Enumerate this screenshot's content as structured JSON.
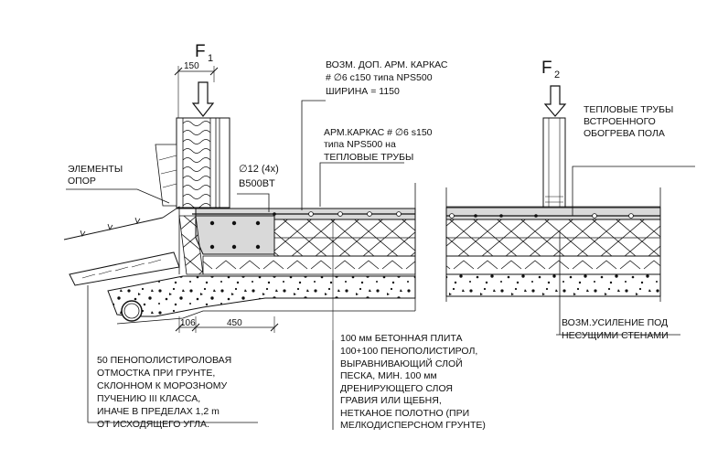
{
  "forces": {
    "f1_letter": "F",
    "f1_sub": "1",
    "f2_letter": "F",
    "f2_sub": "2"
  },
  "dimensions": {
    "wall_width": "150",
    "edge_offset": "106",
    "edge_zone": "450"
  },
  "labels": {
    "support_elements": [
      "ЭЛЕМЕНТЫ",
      "ОПОР"
    ],
    "rebar_spec": [
      "∅12 (4x)",
      "B500BT"
    ],
    "extra_cage": [
      "ВОЗМ. ДОП. АРМ. КАРКАС",
      "# ∅6 с150 типа NPS500",
      "ШИРИНА = 1150"
    ],
    "main_cage": [
      "АРМ.КАРКАС # ∅6 s150",
      "типа NPS500 на",
      "ТЕПЛОВЫЕ ТРУБЫ"
    ],
    "heating_pipes": [
      "ТЕПЛОВЫЕ ТРУБЫ",
      "ВСТРОЕННОГО",
      "ОБОГРЕВА ПОЛА"
    ],
    "wall_reinforcement": [
      "ВОЗМ.УСИЛЕНИЕ ПОД",
      "НЕСУЩИМИ СТЕНАМИ"
    ],
    "slab_layers": [
      "100 мм БЕТОННАЯ ПЛИТА",
      "100+100 ПЕНОПОЛИСТИРОЛ,",
      "ВЫРАВНИВАЮЩИЙ СЛОЙ",
      "ПЕСКА, МИН. 100 мм",
      "ДРЕНИРУЮЩЕГО СЛОЯ",
      "ГРАВИЯ ИЛИ ЩЕБНЯ,",
      "НЕТКАНОЕ ПОЛОТНО (ПРИ",
      "МЕЛКОДИСПЕРСНОМ ГРУНТЕ)"
    ],
    "insulation_note": [
      "50 ПЕНОПОЛИСТИРОЛОВАЯ",
      "ОТМОСТКА ПРИ ГРУНТЕ,",
      "СКЛОННОМ К МОРОЗНОМУ",
      "ПУЧЕНИЮ III КЛАССА,",
      "ИНАЧЕ В ПРЕДЕЛАХ 1,2 m",
      "ОТ ИСХОДЯЩЕГО УГЛА."
    ]
  }
}
